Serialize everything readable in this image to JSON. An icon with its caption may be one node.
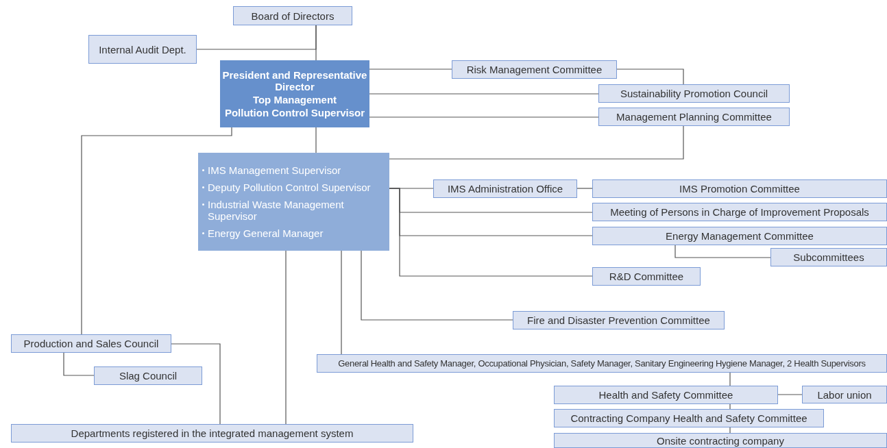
{
  "diagram": {
    "nodes": [
      {
        "text": [
          "Board of Directors"
        ]
      },
      {
        "text": [
          "Internal Audit Dept."
        ]
      },
      {
        "text": [
          "President and Representative Director",
          "Top Management",
          "Pollution Control Supervisor"
        ]
      },
      {
        "text": [
          "Risk Management Committee"
        ]
      },
      {
        "text": [
          "Sustainability Promotion Council"
        ]
      },
      {
        "text": [
          "Management Planning Committee"
        ]
      },
      {
        "text": [
          "IMS Management Supervisor",
          "Deputy Pollution Control Supervisor",
          "Industrial Waste Management Supervisor",
          "Energy General Manager"
        ]
      },
      {
        "text": [
          "IMS Administration Office"
        ]
      },
      {
        "text": [
          "IMS Promotion Committee"
        ]
      },
      {
        "text": [
          "Meeting of Persons in Charge of Improvement Proposals"
        ]
      },
      {
        "text": [
          "Energy Management Committee"
        ]
      },
      {
        "text": [
          "Subcommittees"
        ]
      },
      {
        "text": [
          "R&D Committee"
        ]
      },
      {
        "text": [
          "Fire and Disaster Prevention Committee"
        ]
      },
      {
        "text": [
          "Production and Sales Council"
        ]
      },
      {
        "text": [
          "Slag Council"
        ]
      },
      {
        "text": [
          "General Health and Safety Manager, Occupational Physician, Safety Manager, Sanitary Engineering Hygiene Manager, 2 Health Supervisors"
        ]
      },
      {
        "text": [
          "Health and Safety Committee"
        ]
      },
      {
        "text": [
          "Labor union"
        ]
      },
      {
        "text": [
          "Contracting Company Health and Safety Committee"
        ]
      },
      {
        "text": [
          "Onsite contracting company"
        ]
      },
      {
        "text": [
          "Departments registered in the integrated management system"
        ]
      }
    ],
    "edges": [
      {
        "from": 0,
        "to": 2,
        "arrow": "none"
      },
      {
        "from": 0,
        "to": 1,
        "arrow": "none"
      },
      {
        "from": 2,
        "to": 3,
        "arrow": "none"
      },
      {
        "from": 3,
        "to": 4,
        "arrow": "none"
      },
      {
        "from": 2,
        "to": 4,
        "arrow": "none"
      },
      {
        "from": 2,
        "to": 5,
        "arrow": "none"
      },
      {
        "from": 5,
        "to": 6,
        "arrow": "none"
      },
      {
        "from": 2,
        "to": 6,
        "arrow": "none"
      },
      {
        "from": 2,
        "to": 14,
        "arrow": "none"
      },
      {
        "from": 6,
        "to": 7,
        "arrow": "none"
      },
      {
        "from": 7,
        "to": 8,
        "arrow": "none"
      },
      {
        "from": 6,
        "to": 9,
        "arrow": "none"
      },
      {
        "from": 6,
        "to": 10,
        "arrow": "none"
      },
      {
        "from": 6,
        "to": 12,
        "arrow": "none"
      },
      {
        "from": 10,
        "to": 11,
        "arrow": "none"
      },
      {
        "from": 6,
        "to": 13,
        "arrow": "none"
      },
      {
        "from": 6,
        "to": 16,
        "arrow": "none"
      },
      {
        "from": 6,
        "to": 21,
        "arrow": "none"
      },
      {
        "from": 14,
        "to": 15,
        "arrow": "none"
      },
      {
        "from": 14,
        "to": 21,
        "arrow": "none"
      },
      {
        "from": 16,
        "to": 17,
        "arrow": "none"
      },
      {
        "from": 17,
        "to": 18,
        "arrow": "none"
      },
      {
        "from": 17,
        "to": 19,
        "arrow": "none"
      },
      {
        "from": 19,
        "to": 20,
        "arrow": "none"
      }
    ]
  }
}
